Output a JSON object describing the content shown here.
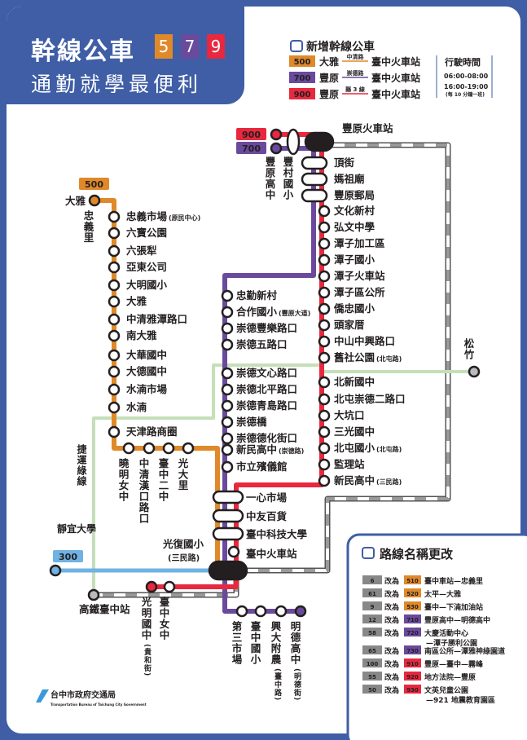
{
  "header": {
    "title": "幹線公車",
    "nums": [
      "5",
      "7",
      "9"
    ],
    "subtitle": "通勤就學最便利"
  },
  "colors": {
    "r500": "#e0892a",
    "r700": "#6a4a9c",
    "r900": "#e8283f",
    "r300": "#6fb2e3",
    "green": "#c5dfb8",
    "rail": "#9a9a9a",
    "blue": "#3f5ea6"
  },
  "new_routes": {
    "title": "新增幹線公車",
    "routes": [
      {
        "num": "500",
        "from": "大雅",
        "via": "中清路",
        "to": "臺中火車站"
      },
      {
        "num": "700",
        "from": "豐原",
        "via": "崇德路",
        "to": "臺中火車站"
      },
      {
        "num": "900",
        "from": "豐原",
        "via": "縣 3 線",
        "to": "臺中火車站"
      }
    ],
    "hours_title": "行駛時間",
    "hours": [
      "06:00-08:00",
      "16:00-19:00"
    ],
    "freq": "(每 10 分鐘一班)"
  },
  "r500": {
    "badge": "500",
    "terminus": "大雅",
    "terminus_sub": "忠義里",
    "stops": [
      {
        "name": "忠義市場",
        "note": "(原民中心)"
      },
      {
        "name": "六寶公園"
      },
      {
        "name": "六張犁"
      },
      {
        "name": "亞東公司"
      },
      {
        "name": "大明國小"
      },
      {
        "name": "大雅"
      },
      {
        "name": "中清雅潭路口"
      },
      {
        "name": "南大雅"
      },
      {
        "name": "大華國中"
      },
      {
        "name": "大德國中"
      },
      {
        "name": "水湳市場"
      },
      {
        "name": "水湳"
      },
      {
        "name": "天津路商圈"
      }
    ],
    "branch": [
      "曉明女中",
      "中清漢口路口",
      "臺中二中",
      "光大里"
    ]
  },
  "r700": {
    "badge": "700",
    "origin": "豐原高中",
    "stops": [
      {
        "name": "忠勤新村"
      },
      {
        "name": "合作國小",
        "note": "(豐原大道)"
      },
      {
        "name": "崇德豐樂路口"
      },
      {
        "name": "崇德五路口"
      },
      {
        "name": "崇德文心路口"
      },
      {
        "name": "崇德北平路口"
      },
      {
        "name": "崇德青島路口"
      },
      {
        "name": "崇德橋"
      },
      {
        "name": "崇德德化街口"
      },
      {
        "name": "新民高中",
        "note": "(崇德路)"
      },
      {
        "name": "市立殯儀館"
      }
    ],
    "south": [
      {
        "name": "第三市場"
      },
      {
        "name": "臺中國小"
      },
      {
        "name": "興大附農",
        "note": "(臺中路)"
      },
      {
        "name": "明德高中",
        "note": "(明德街)"
      }
    ]
  },
  "r900": {
    "badge": "900",
    "origin": "豐原高中",
    "stops": [
      {
        "name": "文化新村"
      },
      {
        "name": "弘文中學"
      },
      {
        "name": "潭子加工區"
      },
      {
        "name": "潭子國小"
      },
      {
        "name": "潭子火車站"
      },
      {
        "name": "潭子區公所"
      },
      {
        "name": "僑忠國小"
      },
      {
        "name": "頭家厝"
      },
      {
        "name": "中山中興路口"
      },
      {
        "name": "舊社公園",
        "note": "(北屯路)"
      },
      {
        "name": "北新國中"
      },
      {
        "name": "北屯崇德二路口"
      },
      {
        "name": "大坑口"
      },
      {
        "name": "三光國中"
      },
      {
        "name": "北屯國小",
        "note": "(北屯路)"
      },
      {
        "name": "監理站"
      },
      {
        "name": "新民高中",
        "note": "(三民路)"
      }
    ],
    "south": [
      {
        "name": "臺中女中"
      },
      {
        "name": "光明國中",
        "note": "(貴和街)"
      }
    ]
  },
  "shared_north": [
    "豐村國小",
    "頂街",
    "媽祖廟",
    "豐原郵局"
  ],
  "shared_south": [
    "一心市場",
    "中友百貨",
    "臺中科技大學"
  ],
  "stations": {
    "fengyuan": "豐原火車站",
    "taichung": "臺中火車站",
    "hsr": "高鐵臺中站"
  },
  "other": {
    "guangfu": "光復國小",
    "guangfu_note": "(三民路)",
    "songzhu": "松竹",
    "green_line": "捷運綠線",
    "r300_badge": "300",
    "jingyi": "靜宜大學"
  },
  "renames": {
    "title": "路線名稱更改",
    "word": "改為",
    "items": [
      {
        "old": "6",
        "new": "510",
        "color": "#e0892a",
        "desc": "臺中車站—忠義里"
      },
      {
        "old": "61",
        "new": "520",
        "color": "#e0892a",
        "desc": "太平—大雅"
      },
      {
        "old": "9",
        "new": "530",
        "color": "#e0892a",
        "desc": "臺中—下湳加油站"
      },
      {
        "old": "12",
        "new": "710",
        "color": "#6a4a9c",
        "desc": "豐原高中—明德高中"
      },
      {
        "old": "58",
        "new": "720",
        "color": "#6a4a9c",
        "desc": "大慶活動中心",
        "desc2": "—潭子勝利公園"
      },
      {
        "old": "65",
        "new": "730",
        "color": "#6a4a9c",
        "desc": "南區公所—潭雅神綠園道"
      },
      {
        "old": "100",
        "new": "910",
        "color": "#e8283f",
        "desc": "豐原—臺中—霧峰"
      },
      {
        "old": "55",
        "new": "920",
        "color": "#e8283f",
        "desc": "地方法院—豐原"
      },
      {
        "old": "50",
        "new": "930",
        "color": "#e8283f",
        "desc": "文英兒童公園",
        "desc2": "—921 地震教育園區"
      }
    ]
  },
  "logo": {
    "name": "台中市政府交通局",
    "en": "Transportation Bureau of Taichung City Government"
  }
}
